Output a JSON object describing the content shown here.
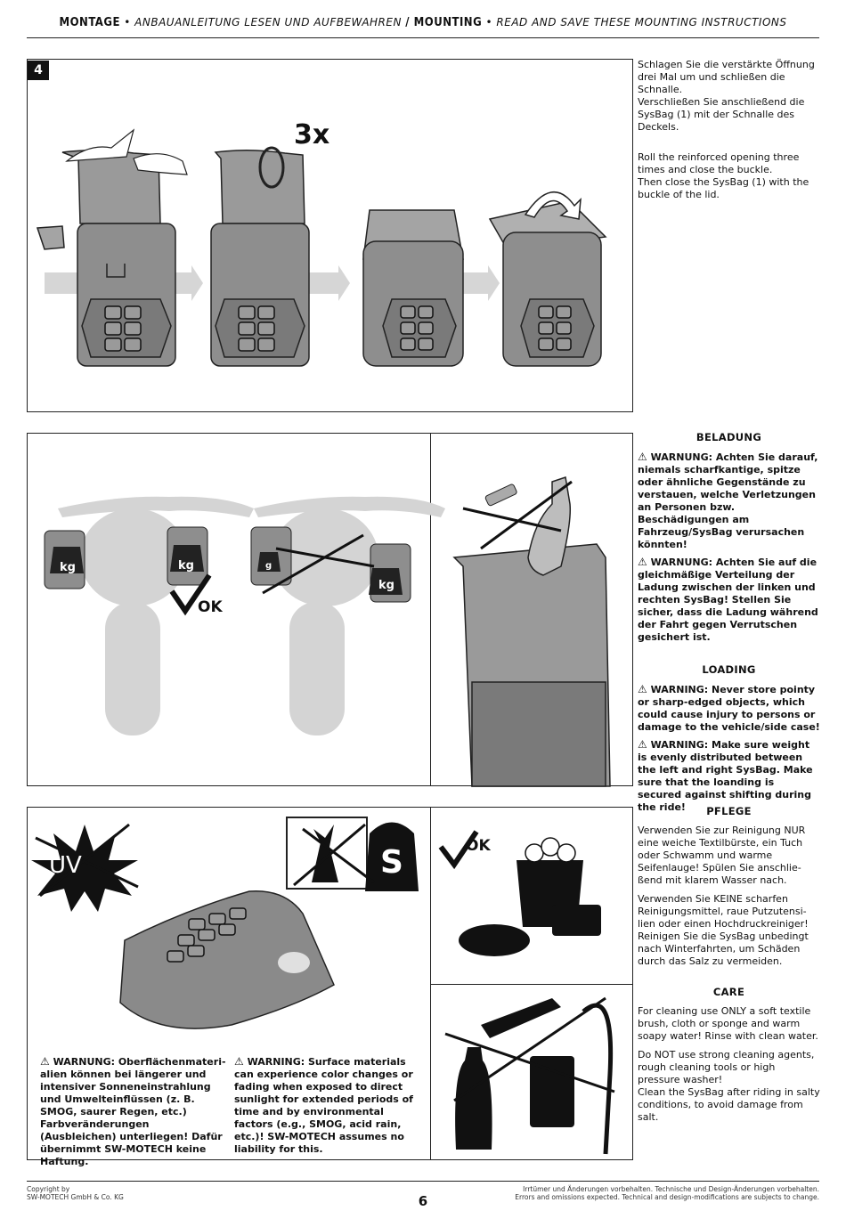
{
  "header": {
    "montage": "MONTAGE",
    "montage_sub": " • ANBAUANLEITUNG LESEN UND AUFBEWAHREN ",
    "sep": "/",
    "mounting": " MOUNTING",
    "mounting_sub": " • READ AND SAVE THESE MOUNTING INSTRUCTIONS"
  },
  "step4": {
    "number": "4",
    "rotate_label": "3x",
    "de_1": "Schlagen Sie die verstärkte Öffnung drei Mal um und schließen die Schnalle.",
    "de_2": "Verschließen Sie anschließend die SysBag (1) mit der Schnalle des Deckels.",
    "en_1": "Roll the reinforced opening three times and close the buckle.",
    "en_2": "Then close the SysBag (1) with the buckle of the lid."
  },
  "loading": {
    "kg": "kg",
    "g": "g",
    "ok": "OK",
    "heading_de": "BELADUNG",
    "warn_de_1": "WARNUNG: Achten Sie darauf, niemals scharfkantige, spitze oder ähnliche Gegenstände zu verstauen, welche Verletzungen an Personen bzw. Beschädigungen am Fahrzeug/SysBag verursachen könnten!",
    "warn_de_2": "WARNUNG: Achten Sie auf die gleichmäßige Verteilung der Ladung zwischen der linken und rechten SysBag! Stellen Sie sicher, dass die Ladung während der Fahrt gegen Verrutschen gesichert ist.",
    "heading_en": "LOADING",
    "warn_en_1": "WARNING: Never store pointy or sharp-edged objects, which could cause injury to persons or damage to the vehicle/side case!",
    "warn_en_2": "WARNING: Make sure weight is evenly distributed between the left and right SysBag. Make sure that the loanding is secured against shifting during the ride!"
  },
  "care": {
    "uv": "UV",
    "salt": "S",
    "ok": "OK",
    "warn_de": "WARNUNG: Oberflächenmateri­alien können bei längerer und intensiver Sonneneinstrahlung und Umwelteinflüssen (z. B. SMOG, saurer Regen, etc.) Farbverände­rungen (Ausbleichen) unterliegen! Dafür übernimmt SW-MOTECH keine Haftung.",
    "warn_en": "WARNING: Surface materials can experience color changes or fading when exposed to direct sunlight for extended periods of time and by environmental factors (e.g., SMOG, acid rain, etc.)! SW-MOTECH assumes no liability for this.",
    "heading_de": "PFLEGE",
    "de_1": "Verwenden Sie zur Reinigung NUR eine weiche Textilbürste, ein Tuch oder Schwamm und warme Seifenlauge! Spülen Sie anschlie­ßend mit klarem Wasser nach.",
    "de_2": "Verwenden Sie KEINE scharfen Reinigungsmittel, raue Putzutensi­lien oder einen Hochdruckreiniger! Reinigen Sie die SysBag unbedingt nach Winterfahrten, um Schäden durch das Salz zu vermeiden.",
    "heading_en": "CARE",
    "en_1": "For cleaning use ONLY a soft textile brush, cloth or sponge and warm soapy water! Rinse with clean water.",
    "en_2": "Do NOT use strong cleaning agents, rough cleaning tools or high pressure washer!",
    "en_3": "Clean the SysBag after riding in salty conditions, to avoid damage from salt."
  },
  "footer": {
    "copyright_1": "Copyright by",
    "copyright_2": "SW-MOTECH GmbH & Co. KG",
    "page": "6",
    "disclaimer_de": "Irrtümer und Änderungen vorbehalten. Technische und Design-Änderungen vorbehalten.",
    "disclaimer_en": "Errors and omissions expected. Technical and design-modifications are subjects to change."
  }
}
